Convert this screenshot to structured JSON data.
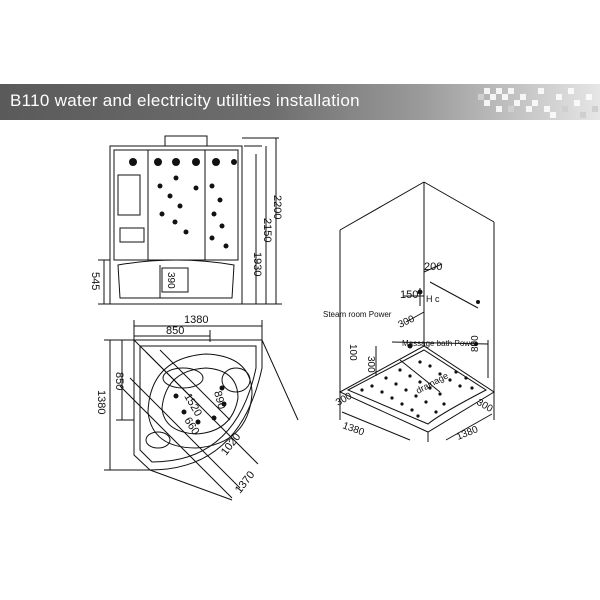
{
  "header": {
    "title": "B110  water and electricity utilities installation"
  },
  "front_view": {
    "dims_right": [
      "1930",
      "2150",
      "2200"
    ],
    "dim_left": "545",
    "dim_inner": "390"
  },
  "plan_view": {
    "dim_top_outer": "1380",
    "dim_top_inner": "850",
    "dim_left_outer": "1380",
    "dim_left_inner": "850",
    "dims_diagonal": [
      "1520",
      "890",
      "660",
      "1020",
      "1370"
    ]
  },
  "iso_view": {
    "dim_200": "200",
    "hc_label": "H c",
    "dim_150": "150",
    "steam_label": "Steam room Power",
    "dim_300_mid": "300",
    "massage_label": "Massage bath Power",
    "dim_100": "100",
    "dim_300_vert": "300",
    "dim_800": "800",
    "drainage_label": "drainage",
    "dim_300_left": "300",
    "dim_300_right": "300",
    "dim_1380_left": "1380",
    "dim_1380_right": "1380"
  },
  "colors": {
    "header_gradient_start": "#5a5a5a",
    "header_text": "#ffffff",
    "line": "#111111"
  }
}
